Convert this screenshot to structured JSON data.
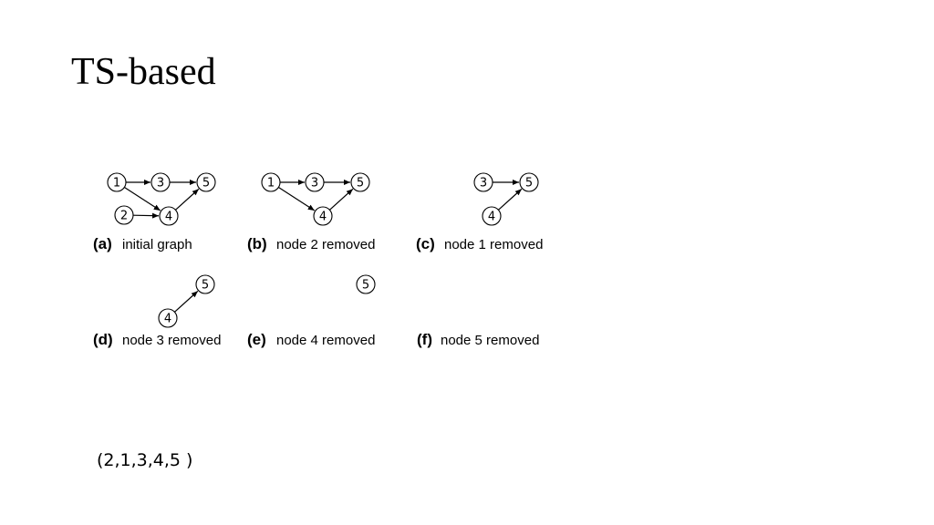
{
  "slide": {
    "title": "TS-based",
    "sequence": "(2,1,3,4,5 )"
  },
  "panels": [
    {
      "id": "a",
      "letter": "(a)",
      "caption": "initial graph",
      "nodes": [
        "1",
        "2",
        "3",
        "4",
        "5"
      ],
      "edges": [
        [
          "1",
          "3"
        ],
        [
          "1",
          "4"
        ],
        [
          "2",
          "4"
        ],
        [
          "3",
          "5"
        ],
        [
          "4",
          "5"
        ]
      ]
    },
    {
      "id": "b",
      "letter": "(b)",
      "caption": "node 2 removed",
      "nodes": [
        "1",
        "3",
        "4",
        "5"
      ],
      "edges": [
        [
          "1",
          "3"
        ],
        [
          "1",
          "4"
        ],
        [
          "3",
          "5"
        ],
        [
          "4",
          "5"
        ]
      ]
    },
    {
      "id": "c",
      "letter": "(c)",
      "caption": "node 1 removed",
      "nodes": [
        "3",
        "4",
        "5"
      ],
      "edges": [
        [
          "3",
          "5"
        ],
        [
          "4",
          "5"
        ]
      ]
    },
    {
      "id": "d",
      "letter": "(d)",
      "caption": "node 3 removed",
      "nodes": [
        "4",
        "5"
      ],
      "edges": [
        [
          "4",
          "5"
        ]
      ]
    },
    {
      "id": "e",
      "letter": "(e)",
      "caption": "node 4 removed",
      "nodes": [
        "5"
      ],
      "edges": []
    },
    {
      "id": "f",
      "letter": "(f)",
      "caption": "node 5 removed",
      "nodes": [],
      "edges": []
    }
  ]
}
